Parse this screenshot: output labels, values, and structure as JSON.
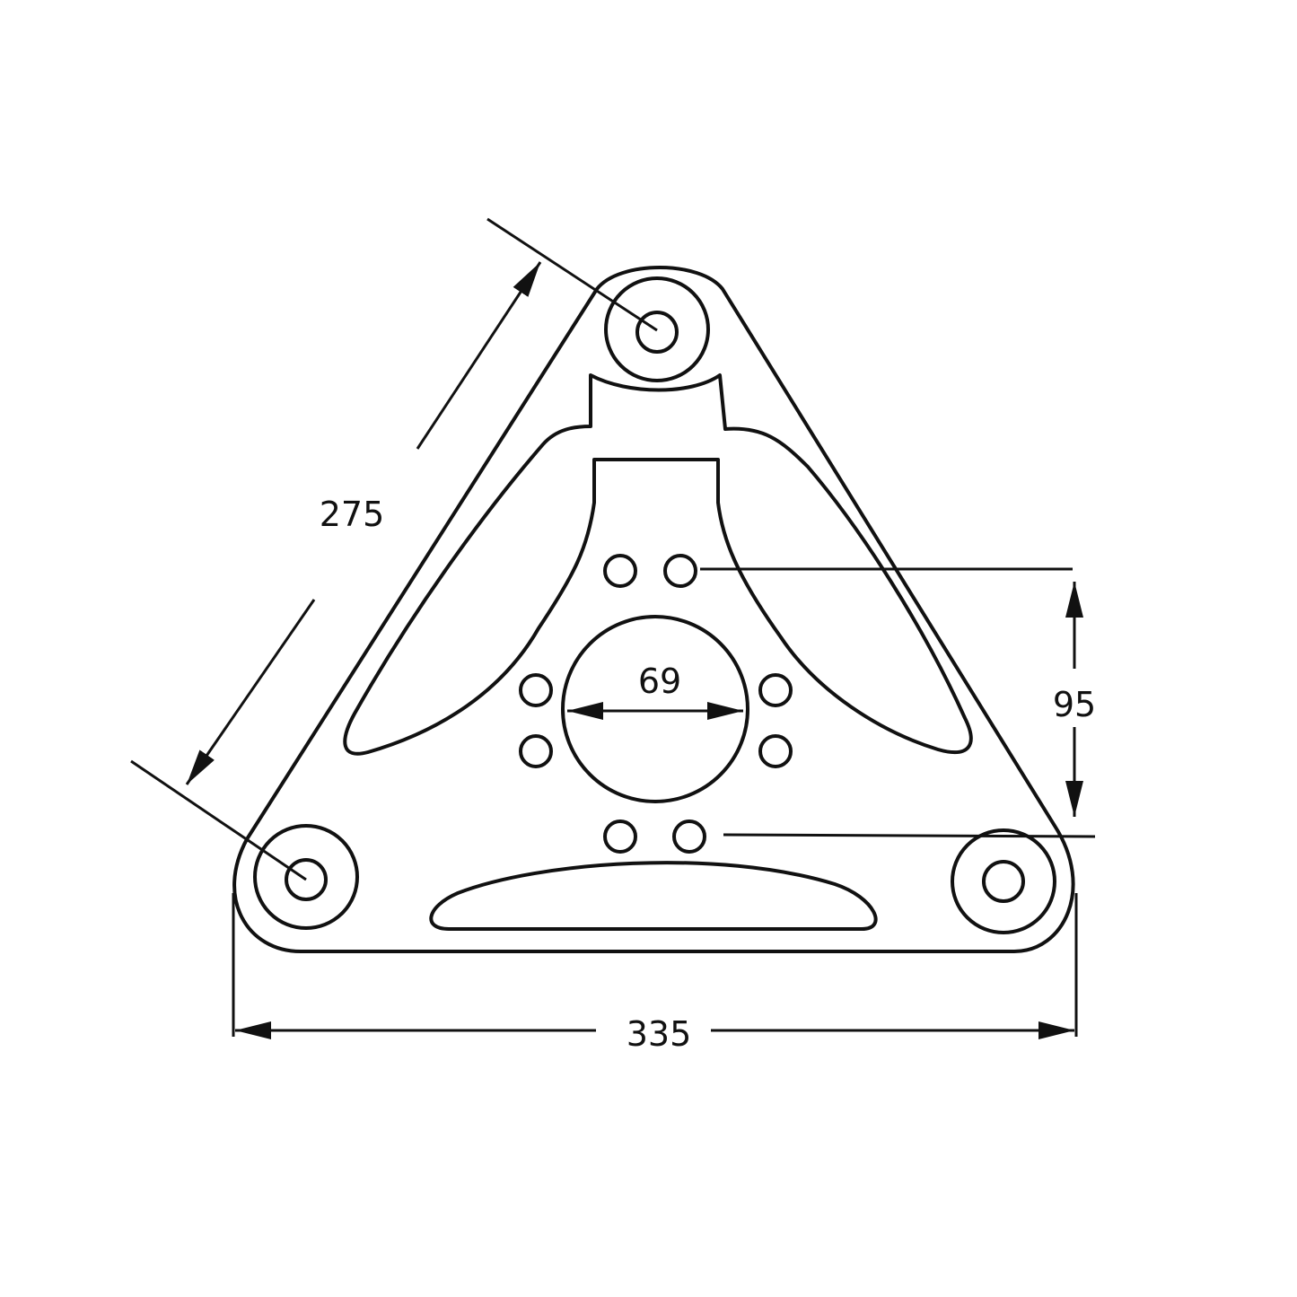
{
  "dimensions": {
    "side_length": "275",
    "bore_diameter": "69",
    "hole_spacing": "95",
    "base_width": "335"
  },
  "colors": {
    "line": "#111111",
    "background": "#ffffff"
  }
}
